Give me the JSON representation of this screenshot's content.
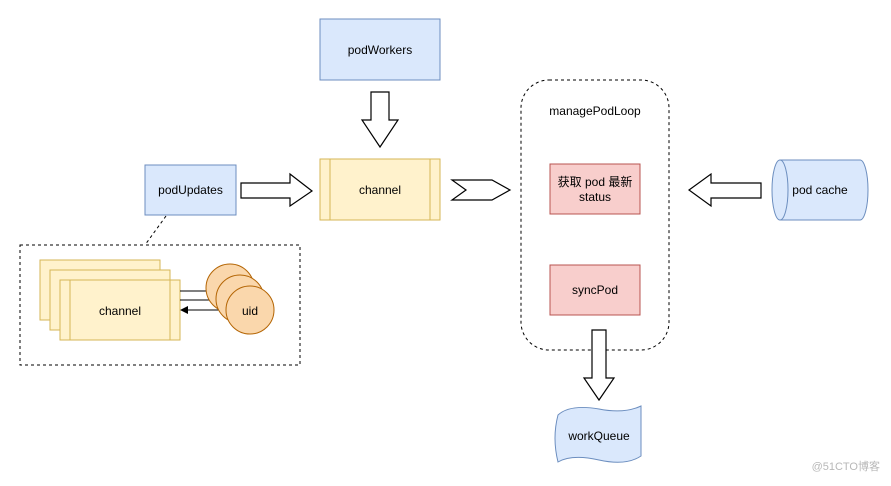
{
  "nodes": {
    "pod_workers": "podWorkers",
    "pod_updates": "podUpdates",
    "channel_main": "channel",
    "manage_pod_loop": "managePodLoop",
    "get_pod_status_line1": "获取 pod 最新",
    "get_pod_status_line2": "status",
    "sync_pod": "syncPod",
    "pod_cache": "pod cache",
    "work_queue": "workQueue",
    "channel_stack": "channel",
    "uid": "uid"
  },
  "watermark": "@51CTO博客",
  "colors": {
    "blue_fill": "#dae8fc",
    "yellow_fill": "#fff2cc",
    "red_fill": "#f8cecc",
    "orange_fill": "#fad7ac"
  }
}
